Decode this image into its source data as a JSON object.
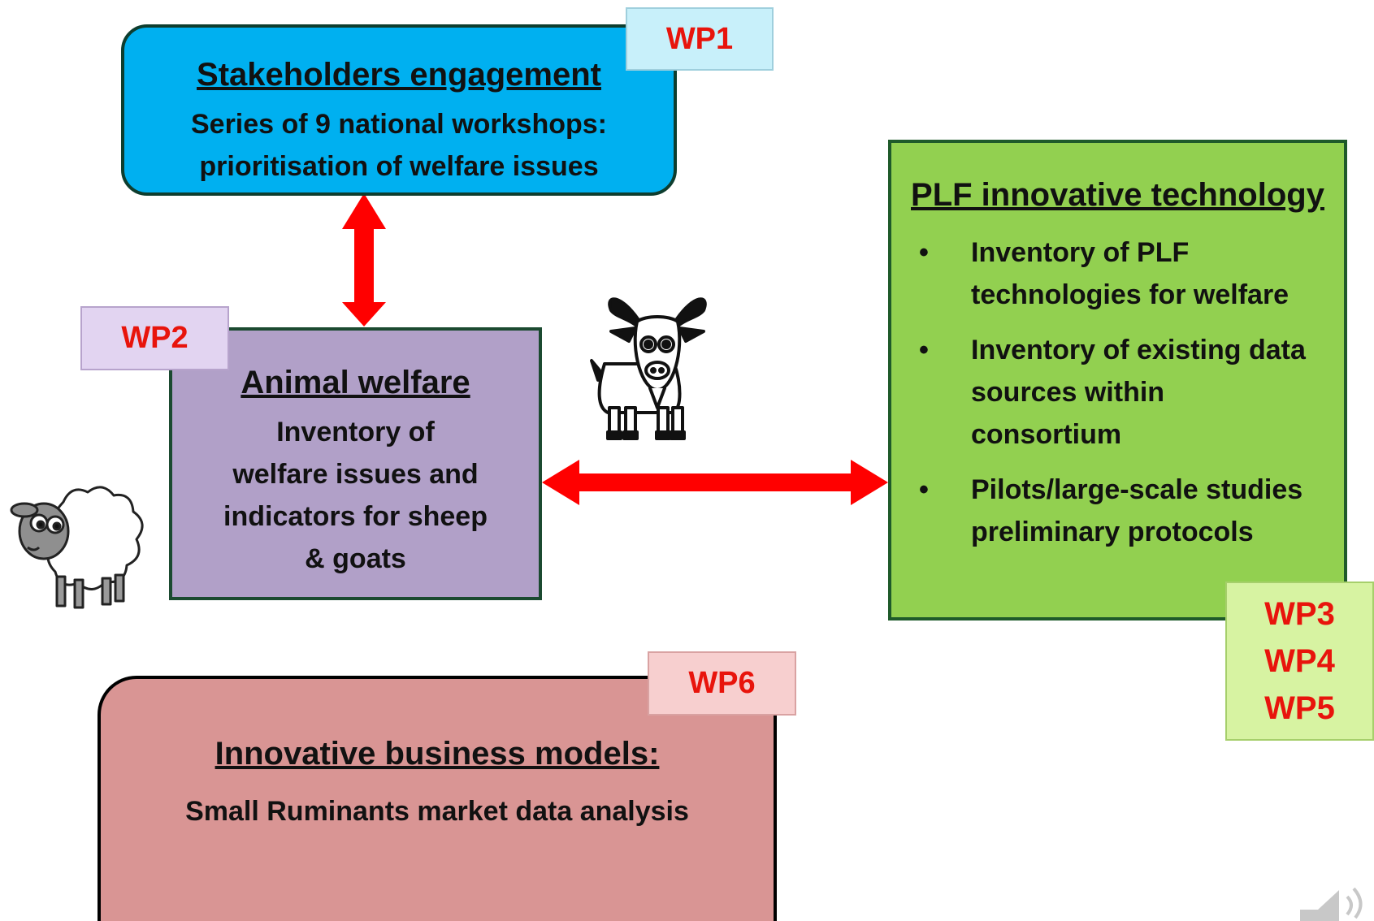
{
  "wp1": {
    "tag": "WP1",
    "title": "Stakeholders engagement",
    "desc_line1": "Series of 9 national workshops:",
    "desc_line2": "prioritisation of welfare issues"
  },
  "wp2": {
    "tag": "WP2",
    "title": "Animal welfare",
    "desc_line1": "Inventory of",
    "desc_line2": "welfare issues and",
    "desc_line3": "indicators for sheep",
    "desc_line4": "& goats"
  },
  "plf": {
    "title": "PLF innovative technology",
    "items": [
      {
        "bullet": "•",
        "line1": "Inventory of PLF",
        "line2": "technologies for welfare"
      },
      {
        "bullet": "•",
        "line1": "Inventory of existing data",
        "line2": "sources within",
        "line3": "consortium"
      },
      {
        "bullet": "•",
        "line1": "Pilots/large-scale studies",
        "line2": "preliminary protocols"
      }
    ],
    "tags": [
      "WP3",
      "WP4",
      "WP5"
    ]
  },
  "wp6": {
    "tag": "WP6",
    "title": "Innovative business models:",
    "desc": "Small Ruminants market data analysis"
  },
  "colors": {
    "wp1_box": "#00b0f0",
    "wp2_box": "#b1a0c8",
    "plf_box": "#92d050",
    "wp6_box": "#d99594",
    "arrow": "#ff0000",
    "tag_text": "#e8140c"
  },
  "icons": [
    "goat-icon",
    "sheep-icon",
    "speaker-icon"
  ]
}
